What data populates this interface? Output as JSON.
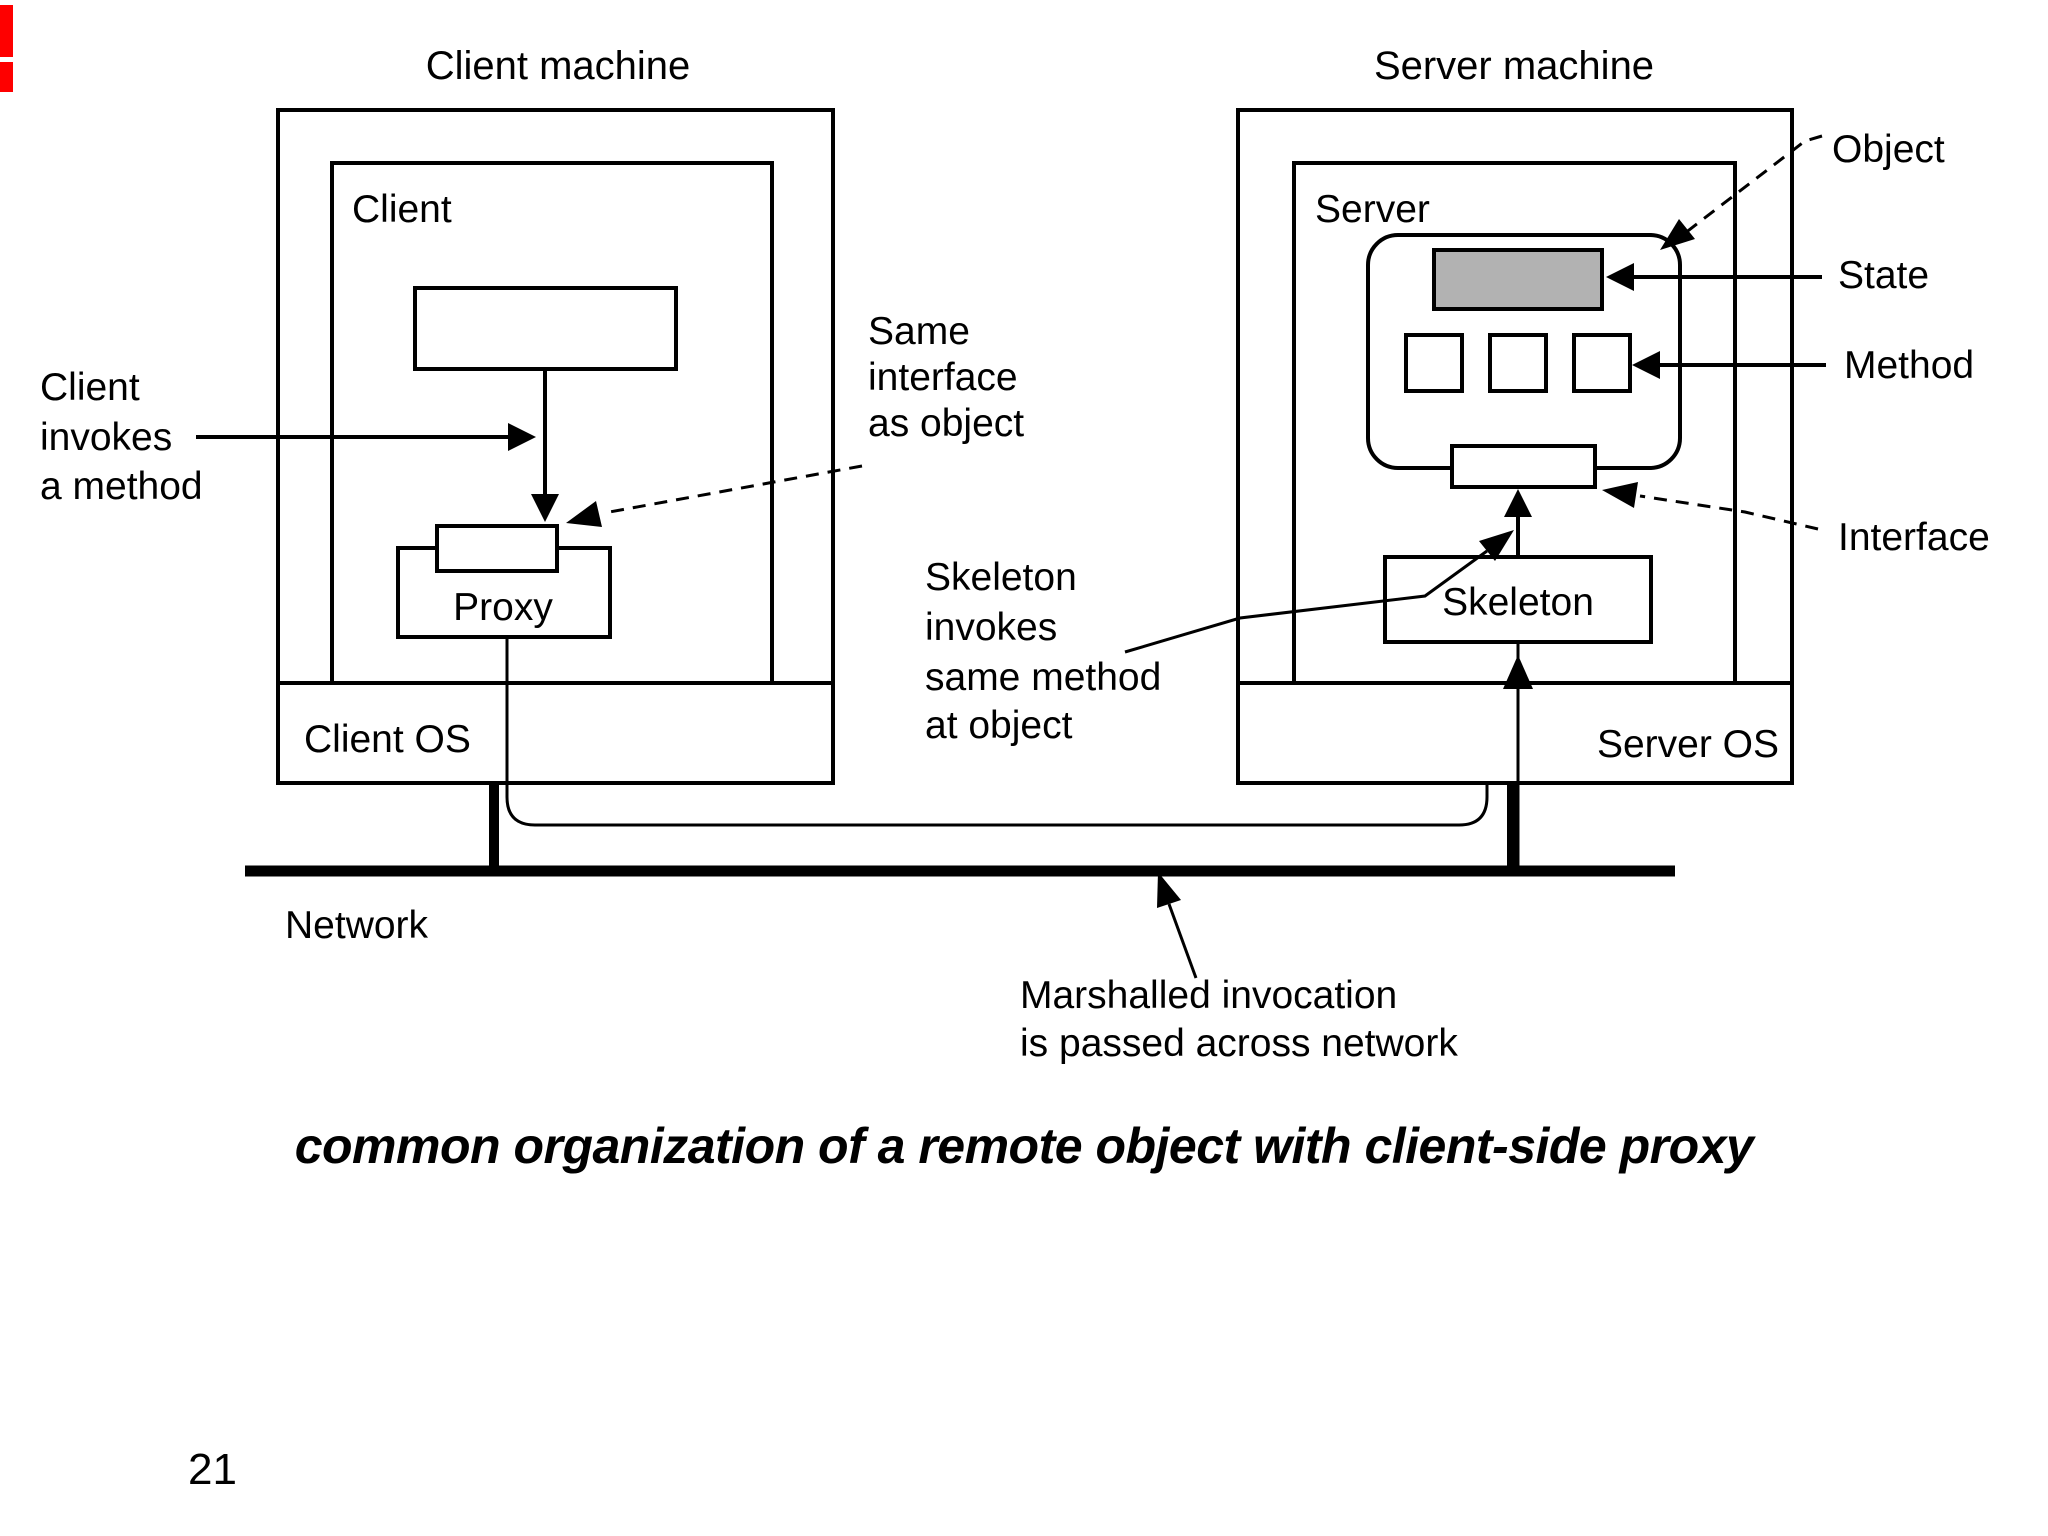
{
  "page": {
    "caption": "common organization of a remote object with client-side proxy",
    "page_number": "21"
  },
  "client": {
    "machine_title": "Client machine",
    "process_label": "Client",
    "proxy_label": "Proxy",
    "os_label": "Client OS",
    "invokes_lines": [
      "Client",
      "invokes",
      "a method"
    ]
  },
  "server": {
    "machine_title": "Server machine",
    "process_label": "Server",
    "skeleton_label": "Skeleton",
    "os_label": "Server OS"
  },
  "annotations": {
    "same_interface_lines": [
      "Same",
      "interface",
      "as object"
    ],
    "skeleton_invokes_lines": [
      "Skeleton",
      "invokes",
      "same method",
      "at object"
    ],
    "object_label": "Object",
    "state_label": "State",
    "method_label": "Method",
    "interface_label": "Interface",
    "network_label": "Network",
    "marshalled_lines": [
      "Marshalled invocation",
      "is passed across network"
    ]
  },
  "colors": {
    "ink": "#000000",
    "state_fill": "#b2b2b2",
    "accent_red": "#fe0000",
    "page_number": "#e7e7e1",
    "background": "#ffffff"
  }
}
